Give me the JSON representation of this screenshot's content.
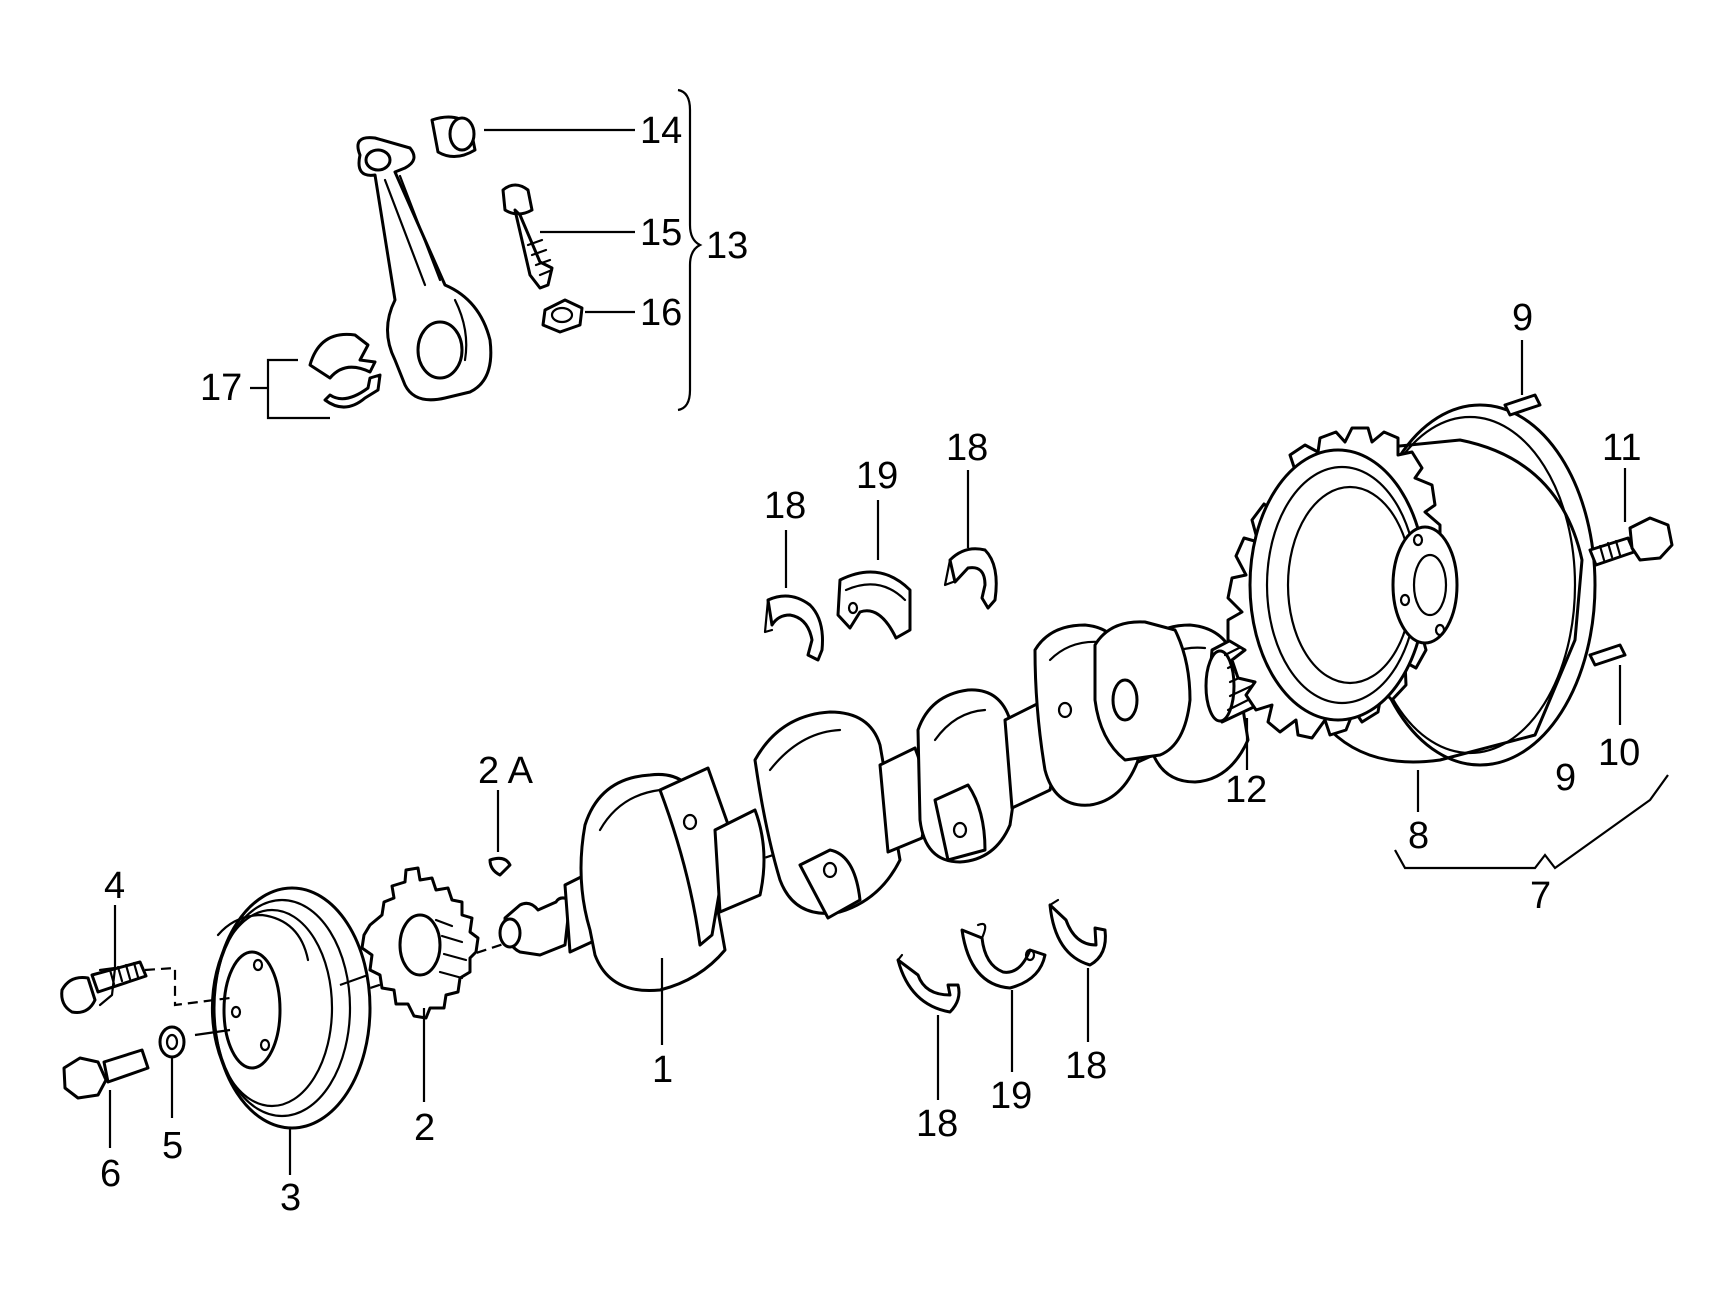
{
  "diagram": {
    "colors": {
      "line": "#000000",
      "background": "#ffffff"
    },
    "labels": {
      "p1": "1",
      "p2": "2",
      "p2a": "2 A",
      "p3": "3",
      "p4": "4",
      "p5": "5",
      "p6": "6",
      "p7": "7",
      "p8": "8",
      "p9a": "9",
      "p9b": "9",
      "p10": "10",
      "p11": "11",
      "p12": "12",
      "p13": "13",
      "p14": "14",
      "p15": "15",
      "p16": "16",
      "p17": "17",
      "p18a": "18",
      "p18b": "18",
      "p18c": "18",
      "p18d": "18",
      "p19a": "19",
      "p19b": "19"
    }
  }
}
